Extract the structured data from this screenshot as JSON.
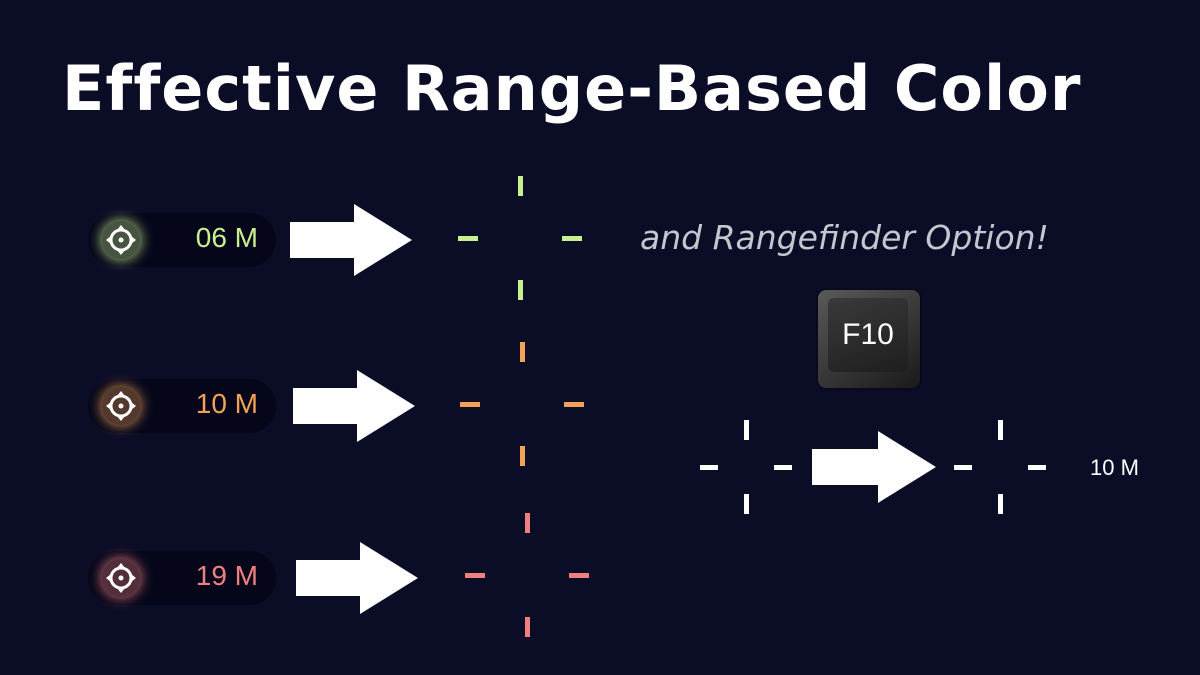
{
  "title": "Effective Range-Based Color",
  "subtitle": "and Rangefinder Option!",
  "rows": [
    {
      "range": "06 M",
      "color": "#c8f08e"
    },
    {
      "range": "10 M",
      "color": "#f2a257"
    },
    {
      "range": "19 M",
      "color": "#f08080"
    }
  ],
  "key": {
    "label": "F10"
  },
  "rangefinder": {
    "readout": "10 M",
    "color": "#ffffff"
  }
}
